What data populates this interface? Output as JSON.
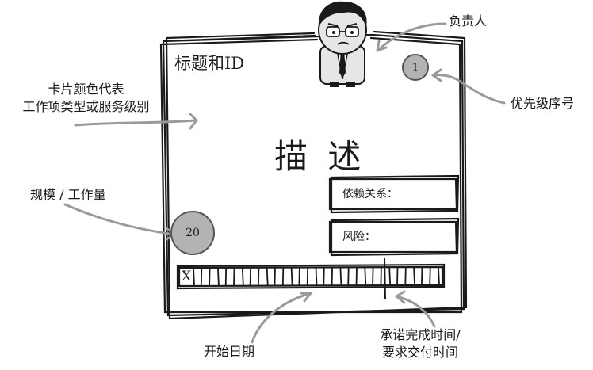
{
  "card": {
    "title_id": "标题和ID",
    "description": "描 述",
    "dependencies_label": "依赖关系：",
    "risk_label": "风险：",
    "priority_value": "1",
    "size_value": "20",
    "timeline_start_mark": "X"
  },
  "annotations": {
    "assignee": "负责人",
    "priority": "优先级序号",
    "card_color_line1": "卡片颜色代表",
    "card_color_line2": "工作项类型或服务级别",
    "size": "规模 / 工作量",
    "start_date": "开始日期",
    "due_line1": "承诺完成时间/",
    "due_line2": "要求交付时间"
  },
  "colors": {
    "circle_fill": "#b3b3b3",
    "arrow": "#9a9a9a",
    "ink": "#1a1a1a"
  }
}
